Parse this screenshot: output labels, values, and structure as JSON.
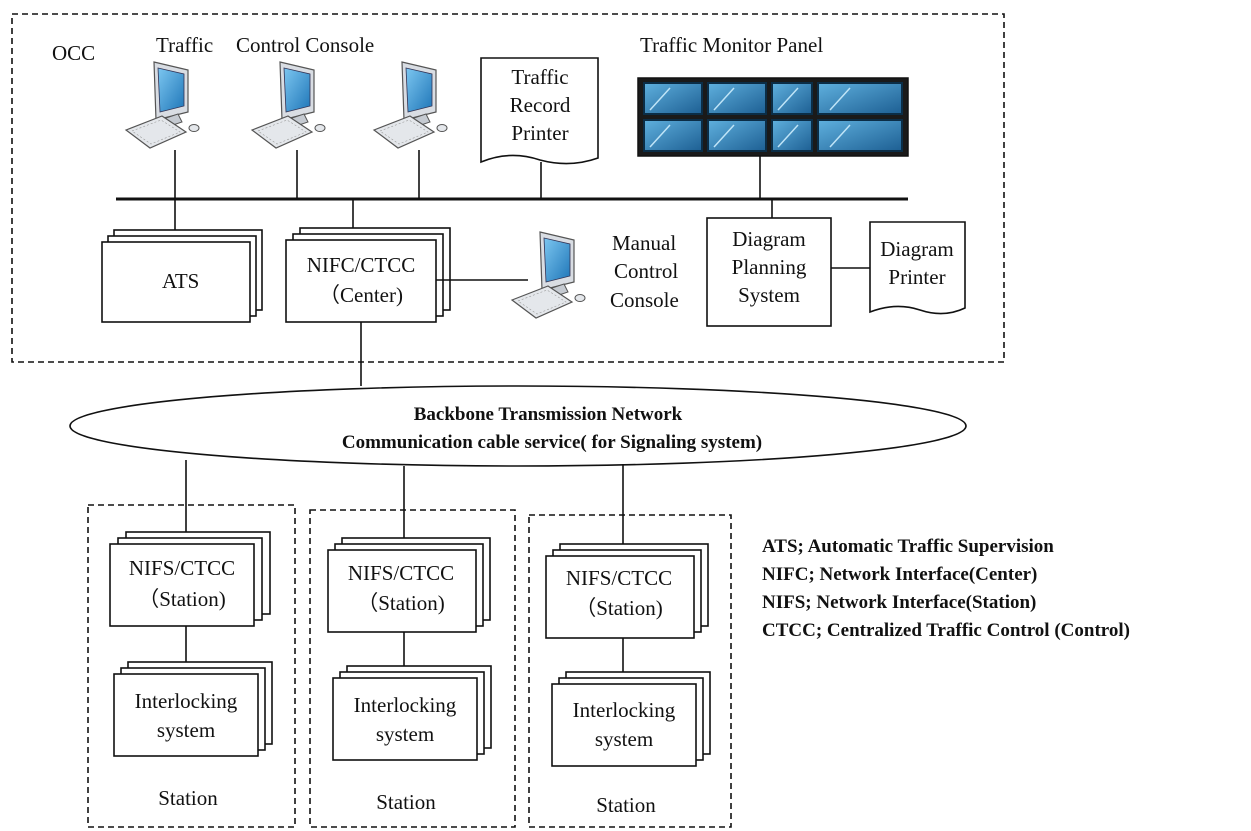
{
  "occ": {
    "title": "OCC",
    "traffic_label": "Traffic",
    "control_console_label": "Control Console",
    "monitor_panel_label": "Traffic Monitor Panel",
    "record_printer": [
      "Traffic",
      "Record",
      "Printer"
    ],
    "ats_label": "ATS",
    "nifc_label": [
      "NIFC/CTCC",
      "（Center)"
    ],
    "manual_console": [
      "Manual",
      "Control",
      "Console"
    ],
    "diagram_planning": [
      "Diagram",
      "Planning",
      "System"
    ],
    "diagram_printer": [
      "Diagram",
      "Printer"
    ]
  },
  "backbone": {
    "line1": "Backbone Transmission Network",
    "line2": "Communication cable service( for Signaling system)"
  },
  "stations": [
    {
      "nifs": [
        "NIFS/CTCC",
        "（Station)"
      ],
      "interlocking": [
        "Interlocking",
        "system"
      ],
      "label": "Station"
    },
    {
      "nifs": [
        "NIFS/CTCC",
        "（Station)"
      ],
      "interlocking": [
        "Interlocking",
        "system"
      ],
      "label": "Station"
    },
    {
      "nifs": [
        "NIFS/CTCC",
        "（Station)"
      ],
      "interlocking": [
        "Interlocking",
        "system"
      ],
      "label": "Station"
    }
  ],
  "legend": [
    "ATS; Automatic Traffic Supervision",
    "NIFC; Network Interface(Center)",
    "NIFS; Network Interface(Station)",
    "CTCC; Centralized Traffic Control (Control)"
  ],
  "colors": {
    "screen": "#2f8fd0",
    "monitor_tile": "#2c7fb8",
    "frame": "#111111"
  }
}
